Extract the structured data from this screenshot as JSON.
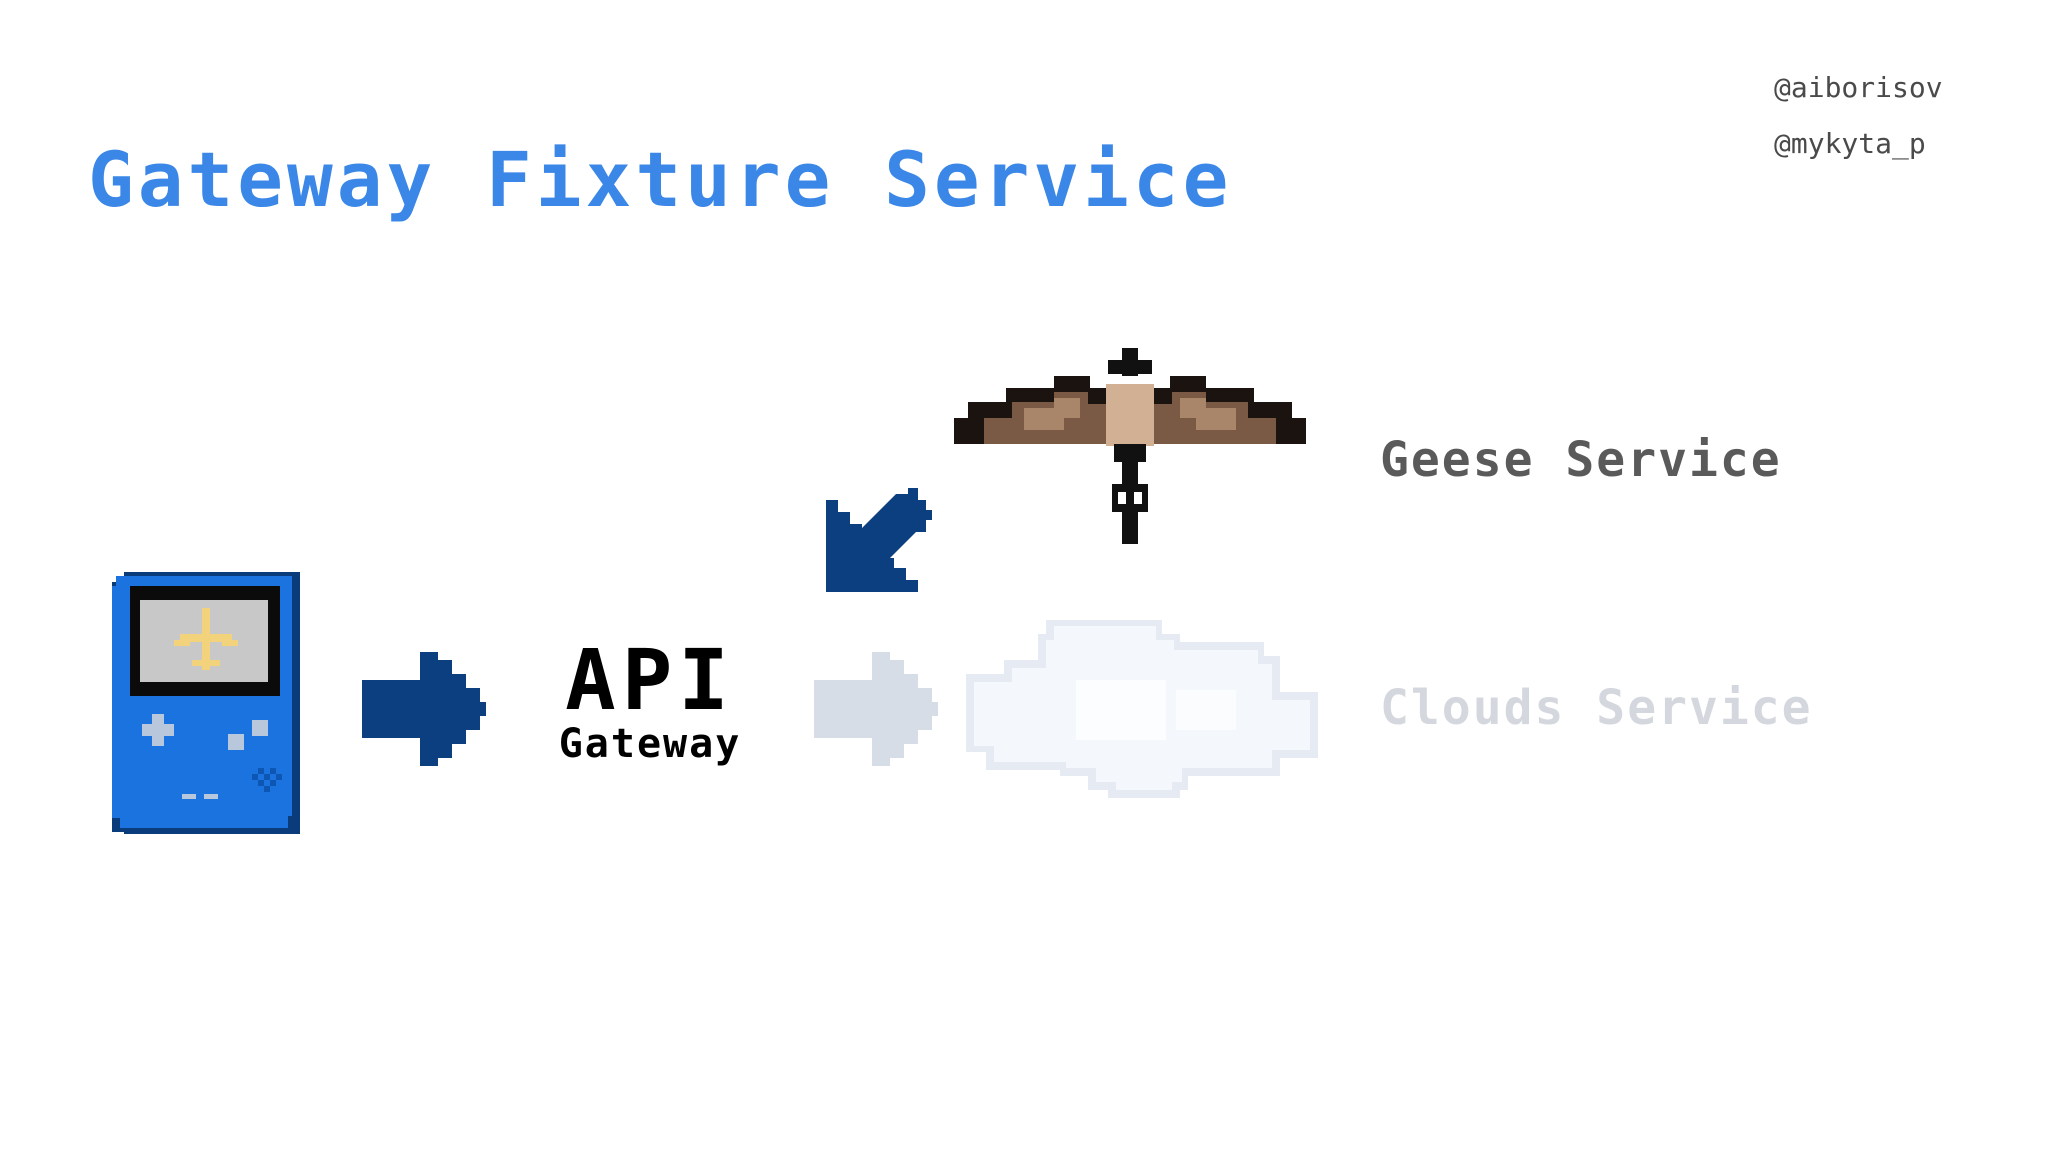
{
  "title": "Gateway Fixture Service",
  "handles": [
    "@aiborisov",
    "@mykyta_p"
  ],
  "gateway": {
    "main": "API",
    "sub": "Gateway"
  },
  "services": {
    "geese": "Geese Service",
    "clouds": "Clouds Service"
  },
  "icons": {
    "device": "handheld-console-icon",
    "screen": "airplane-icon",
    "goose": "flying-goose-icon",
    "cloud": "cloud-icon",
    "arrow_to_gateway": "arrow-right-icon",
    "arrow_from_geese": "arrow-down-left-icon",
    "arrow_to_clouds": "arrow-right-faded-icon"
  },
  "colors": {
    "title": "#3a87e8",
    "device": "#1a6fd6",
    "arrow": "#0b3f7f",
    "arrow_faded": "#d6dde6",
    "geese_text": "#5a5a5a",
    "clouds_text": "#d4d8de"
  }
}
